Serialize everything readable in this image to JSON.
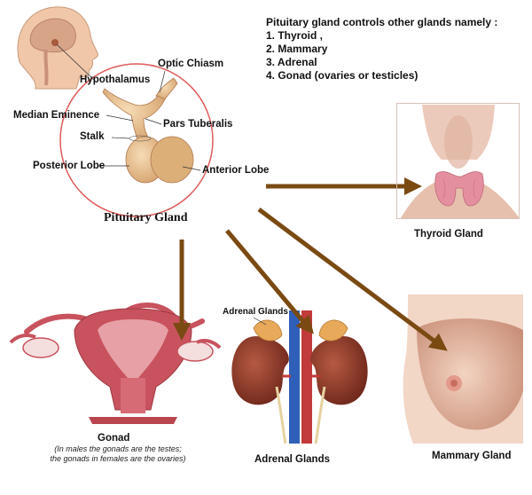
{
  "note": {
    "heading": "Pituitary gland controls other glands namely :",
    "items": [
      "1. Thyroid ,",
      "2. Mammary",
      "3. Adrenal",
      "4. Gonad (ovaries or testicles)"
    ]
  },
  "pituitary": {
    "title": "Pituitary Gland",
    "labels": {
      "hypothalamus": "Hypothalamus",
      "optic_chiasm": "Optic Chiasm",
      "median_eminence": "Median Eminence",
      "pars_tuberalis": "Pars Tuberalis",
      "stalk": "Stalk",
      "posterior_lobe": "Posterior Lobe",
      "anterior_lobe": "Anterior Lobe"
    }
  },
  "targets": {
    "thyroid": "Thyroid Gland",
    "gonad": "Gonad",
    "gonad_note_1": "(In males the gonads are the testes;",
    "gonad_note_2": "the gonads in females are the ovaries)",
    "adrenal_label": "Adrenal Glands",
    "adrenal_caption": "Adrenal Glands",
    "mammary": "Mammary Gland"
  },
  "colors": {
    "arrow": "#7a4a12",
    "circle": "#e05a5a",
    "gland": "#e9c496",
    "uterus": "#c8525d",
    "kidney": "#8e3b2c",
    "skin": "#e8b9a2"
  }
}
